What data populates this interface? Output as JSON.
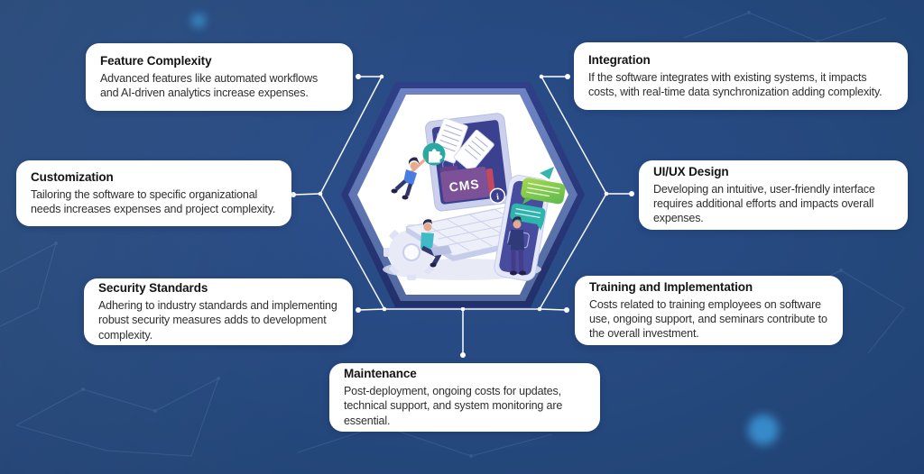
{
  "center": {
    "label": "CMS",
    "info_badge_glyph": "i"
  },
  "cards": [
    {
      "id": "feature-complexity",
      "title": "Feature Complexity",
      "body": "Advanced features like automated workflows and AI-driven analytics increase expenses."
    },
    {
      "id": "integration",
      "title": "Integration",
      "body": "If the software integrates with existing systems, it impacts costs, with real-time data synchronization adding complexity."
    },
    {
      "id": "customization",
      "title": "Customization",
      "body": "Tailoring the software to specific organizational needs increases expenses and project complexity."
    },
    {
      "id": "uiux-design",
      "title": "UI/UX Design",
      "body": "Developing an intuitive, user-friendly interface requires additional efforts and impacts overall expenses."
    },
    {
      "id": "security-standards",
      "title": "Security Standards",
      "body": "Adhering to industry standards and implementing robust security measures adds to development complexity."
    },
    {
      "id": "training-and-implementation",
      "title": "Training and Implementation",
      "body": "Costs related to training employees on software use, ongoing support, and seminars contribute to the overall investment."
    },
    {
      "id": "maintenance",
      "title": "Maintenance",
      "body": "Post-deployment, ongoing costs for updates, technical support, and system monitoring are essential."
    }
  ],
  "colors": {
    "background": "#1e4078",
    "hexagon_dark": "#2c3c7e",
    "hexagon_ring": "#5f77b8",
    "hexagon_face": "#ffffff",
    "connector": "#ffffff",
    "card_background": "#ffffff",
    "title_text": "#141414",
    "body_text": "#2e2e2e",
    "accent_teal": "#2aa8a3",
    "accent_green": "#7cc94f",
    "accent_purple": "#7d5197",
    "glow_dot": "#2f86c7"
  }
}
